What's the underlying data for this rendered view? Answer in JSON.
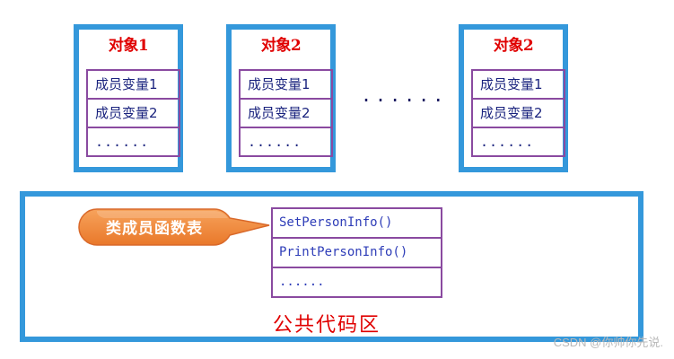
{
  "objects": [
    {
      "title": "对象1",
      "members": [
        "成员变量1",
        "成员变量2",
        "......"
      ]
    },
    {
      "title": "对象2",
      "members": [
        "成员变量1",
        "成员变量2",
        "......"
      ]
    },
    {
      "title": "对象2",
      "members": [
        "成员变量1",
        "成员变量2",
        "......"
      ]
    }
  ],
  "between_objects_ellipsis": "......",
  "code_area": {
    "title": "公共代码区",
    "callout": "类成员函数表",
    "functions": [
      "SetPersonInfo()",
      "PrintPersonInfo()",
      "......"
    ]
  },
  "watermark": "CSDN @你帅你先说.",
  "colors": {
    "box_border": "#3498db",
    "table_border": "#8a4aa0",
    "title_red": "#e00000",
    "callout_orange": "#f08a3c",
    "function_text": "#2e3db8"
  }
}
